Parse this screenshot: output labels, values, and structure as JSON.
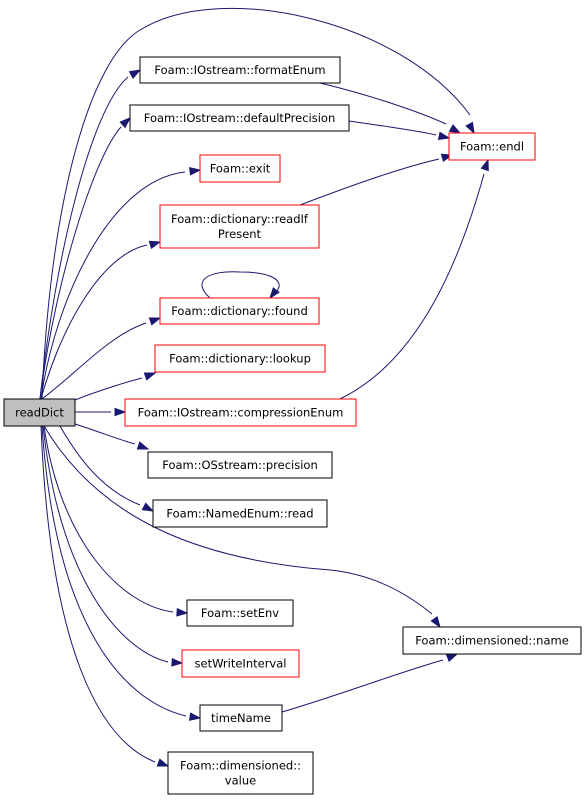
{
  "colors": {
    "edge": "#191970",
    "root_fill": "#bfbfbf",
    "normal_border": "#000000",
    "highlight_border": "#ff0000",
    "node_fill": "#ffffff"
  },
  "nodes": {
    "readDict": {
      "lines": [
        "readDict"
      ],
      "kind": "root"
    },
    "formatEnum": {
      "lines": [
        "Foam::IOstream::formatEnum"
      ],
      "kind": "normal"
    },
    "defaultPrecision": {
      "lines": [
        "Foam::IOstream::defaultPrecision"
      ],
      "kind": "normal"
    },
    "exit": {
      "lines": [
        "Foam::exit"
      ],
      "kind": "highlight"
    },
    "readIfPresent": {
      "lines": [
        "Foam::dictionary::readIf",
        "Present"
      ],
      "kind": "highlight"
    },
    "found": {
      "lines": [
        "Foam::dictionary::found"
      ],
      "kind": "highlight"
    },
    "lookup": {
      "lines": [
        "Foam::dictionary::lookup"
      ],
      "kind": "highlight"
    },
    "compressionEnum": {
      "lines": [
        "Foam::IOstream::compressionEnum"
      ],
      "kind": "highlight"
    },
    "precision": {
      "lines": [
        "Foam::OSstream::precision"
      ],
      "kind": "normal"
    },
    "namedEnumRead": {
      "lines": [
        "Foam::NamedEnum::read"
      ],
      "kind": "normal"
    },
    "setEnv": {
      "lines": [
        "Foam::setEnv"
      ],
      "kind": "normal"
    },
    "setWriteInterval": {
      "lines": [
        "setWriteInterval"
      ],
      "kind": "highlight"
    },
    "timeName": {
      "lines": [
        "timeName"
      ],
      "kind": "normal"
    },
    "dimValue": {
      "lines": [
        "Foam::dimensioned::",
        "value"
      ],
      "kind": "normal"
    },
    "endl": {
      "lines": [
        "Foam::endl"
      ],
      "kind": "highlight"
    },
    "dimName": {
      "lines": [
        "Foam::dimensioned::name"
      ],
      "kind": "normal"
    }
  },
  "edges": [
    {
      "from": "readDict",
      "to": "endl"
    },
    {
      "from": "readDict",
      "to": "formatEnum"
    },
    {
      "from": "readDict",
      "to": "defaultPrecision"
    },
    {
      "from": "readDict",
      "to": "exit"
    },
    {
      "from": "readDict",
      "to": "readIfPresent"
    },
    {
      "from": "readDict",
      "to": "found"
    },
    {
      "from": "readDict",
      "to": "lookup"
    },
    {
      "from": "readDict",
      "to": "compressionEnum"
    },
    {
      "from": "readDict",
      "to": "precision"
    },
    {
      "from": "readDict",
      "to": "namedEnumRead"
    },
    {
      "from": "readDict",
      "to": "dimName"
    },
    {
      "from": "readDict",
      "to": "setEnv"
    },
    {
      "from": "readDict",
      "to": "setWriteInterval"
    },
    {
      "from": "readDict",
      "to": "timeName"
    },
    {
      "from": "readDict",
      "to": "dimValue"
    },
    {
      "from": "formatEnum",
      "to": "endl"
    },
    {
      "from": "defaultPrecision",
      "to": "endl"
    },
    {
      "from": "readIfPresent",
      "to": "endl"
    },
    {
      "from": "compressionEnum",
      "to": "endl"
    },
    {
      "from": "found",
      "to": "found"
    },
    {
      "from": "timeName",
      "to": "dimName"
    }
  ]
}
